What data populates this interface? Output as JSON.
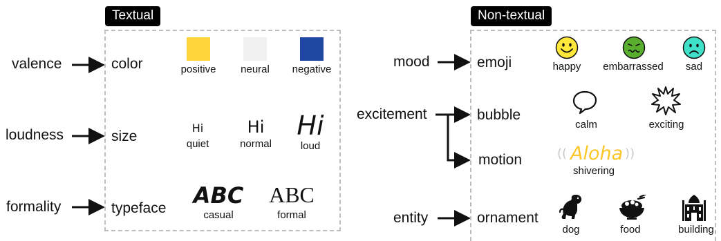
{
  "textual": {
    "title": "Textual",
    "rows": [
      {
        "left": "valence",
        "mid": "color"
      },
      {
        "left": "loudness",
        "mid": "size"
      },
      {
        "left": "formality",
        "mid": "typeface"
      }
    ],
    "color_examples": [
      {
        "label": "positive",
        "color": "#FFD43B"
      },
      {
        "label": "neural",
        "color": "#F0F0F0"
      },
      {
        "label": "negative",
        "color": "#1F46A0"
      }
    ],
    "size_examples": [
      {
        "text": "Hi",
        "label": "quiet"
      },
      {
        "text": "Hi",
        "label": "normal"
      },
      {
        "text": "Hi",
        "label": "loud"
      }
    ],
    "typeface_examples": [
      {
        "text": "ABC",
        "label": "casual"
      },
      {
        "text": "ABC",
        "label": "formal"
      }
    ]
  },
  "nontextual": {
    "title": "Non-textual",
    "rows": [
      {
        "left": "mood",
        "mid": "emoji"
      },
      {
        "left": "excitement",
        "mid": "bubble"
      },
      {
        "left": "",
        "mid": "motion"
      },
      {
        "left": "entity",
        "mid": "ornament"
      }
    ],
    "emoji_examples": [
      {
        "label": "happy",
        "icon": "happy-face-icon",
        "color": "#FFE83A"
      },
      {
        "label": "embarrassed",
        "icon": "embarrassed-face-icon",
        "color": "#5AAE2E"
      },
      {
        "label": "sad",
        "icon": "sad-face-icon",
        "color": "#3FE0C8"
      }
    ],
    "bubble_examples": [
      {
        "label": "calm",
        "icon": "speech-bubble-icon"
      },
      {
        "label": "exciting",
        "icon": "burst-bubble-icon"
      }
    ],
    "motion_example": {
      "text": "Aloha",
      "label": "shivering",
      "color": "#FFC629"
    },
    "ornament_examples": [
      {
        "label": "dog",
        "icon": "dog-icon"
      },
      {
        "label": "food",
        "icon": "food-bowl-icon"
      },
      {
        "label": "building",
        "icon": "building-icon"
      }
    ]
  }
}
